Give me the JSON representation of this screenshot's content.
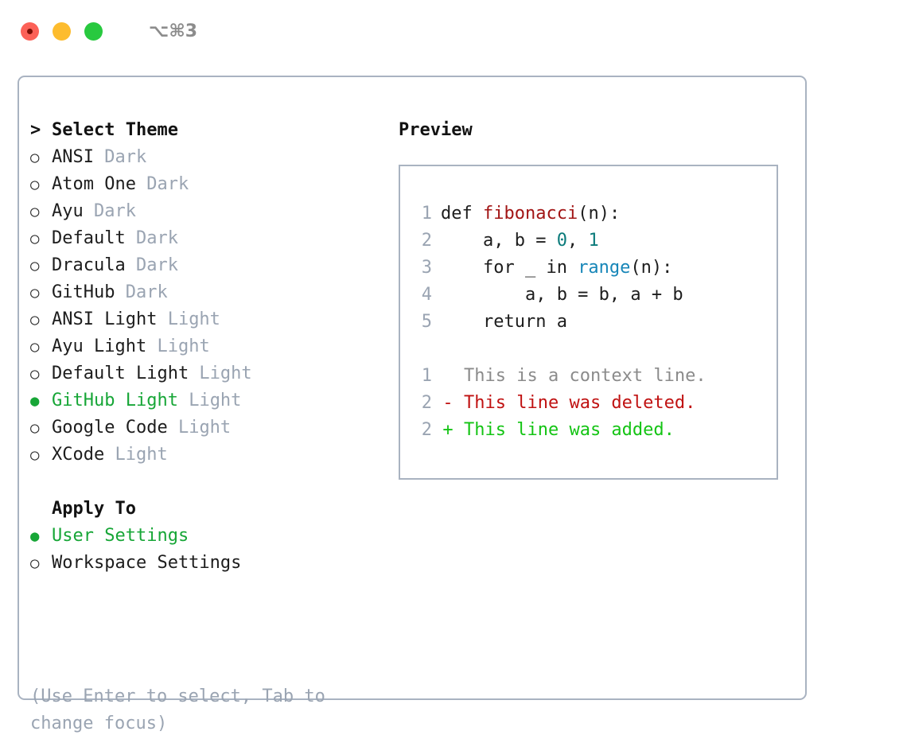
{
  "window": {
    "shortcut": "⌥⌘3",
    "traffic_lights": [
      "close",
      "minimize",
      "zoom"
    ],
    "accent_green": "#17a637",
    "border_color": "#a9b3c1",
    "muted_color": "#9aa4b2"
  },
  "theme_section": {
    "caret": ">",
    "title": "Select Theme",
    "bullet_off": "○",
    "bullet_on": "●",
    "items": [
      {
        "label": "ANSI",
        "suffix": "Dark",
        "selected": false
      },
      {
        "label": "Atom One",
        "suffix": "Dark",
        "selected": false
      },
      {
        "label": "Ayu",
        "suffix": "Dark",
        "selected": false
      },
      {
        "label": "Default",
        "suffix": "Dark",
        "selected": false
      },
      {
        "label": "Dracula",
        "suffix": "Dark",
        "selected": false
      },
      {
        "label": "GitHub",
        "suffix": "Dark",
        "selected": false
      },
      {
        "label": "ANSI Light",
        "suffix": "Light",
        "selected": false
      },
      {
        "label": "Ayu Light",
        "suffix": "Light",
        "selected": false
      },
      {
        "label": "Default Light",
        "suffix": "Light",
        "selected": false
      },
      {
        "label": "GitHub Light",
        "suffix": "Light",
        "selected": true
      },
      {
        "label": "Google Code",
        "suffix": "Light",
        "selected": false
      },
      {
        "label": "XCode",
        "suffix": "Light",
        "selected": false
      }
    ]
  },
  "apply_section": {
    "title": "Apply To",
    "items": [
      {
        "label": "User Settings",
        "selected": true
      },
      {
        "label": "Workspace Settings",
        "selected": false
      }
    ]
  },
  "hint": "(Use Enter to select, Tab to change focus)",
  "preview": {
    "title": "Preview",
    "code_lines": [
      {
        "no": "1",
        "tokens": [
          {
            "t": "def ",
            "c": "tok-kw"
          },
          {
            "t": "fibonacci",
            "c": "tok-fn"
          },
          {
            "t": "(n):",
            "c": "tok-plain"
          }
        ]
      },
      {
        "no": "2",
        "tokens": [
          {
            "t": "    a, b = ",
            "c": "tok-plain"
          },
          {
            "t": "0",
            "c": "tok-num"
          },
          {
            "t": ", ",
            "c": "tok-plain"
          },
          {
            "t": "1",
            "c": "tok-num"
          }
        ]
      },
      {
        "no": "3",
        "tokens": [
          {
            "t": "    for _ in ",
            "c": "tok-plain"
          },
          {
            "t": "range",
            "c": "tok-call"
          },
          {
            "t": "(n):",
            "c": "tok-plain"
          }
        ]
      },
      {
        "no": "4",
        "tokens": [
          {
            "t": "        a, b = b, a + b",
            "c": "tok-plain"
          }
        ]
      },
      {
        "no": "5",
        "tokens": [
          {
            "t": "    return a",
            "c": "tok-plain"
          }
        ]
      }
    ],
    "diff_lines": [
      {
        "no": "1",
        "marker": " ",
        "text": "This is a context line.",
        "kind": "diff-context"
      },
      {
        "no": "2",
        "marker": "-",
        "text": "This line was deleted.",
        "kind": "diff-del"
      },
      {
        "no": "2",
        "marker": "+",
        "text": "This line was added.",
        "kind": "diff-add"
      }
    ]
  }
}
